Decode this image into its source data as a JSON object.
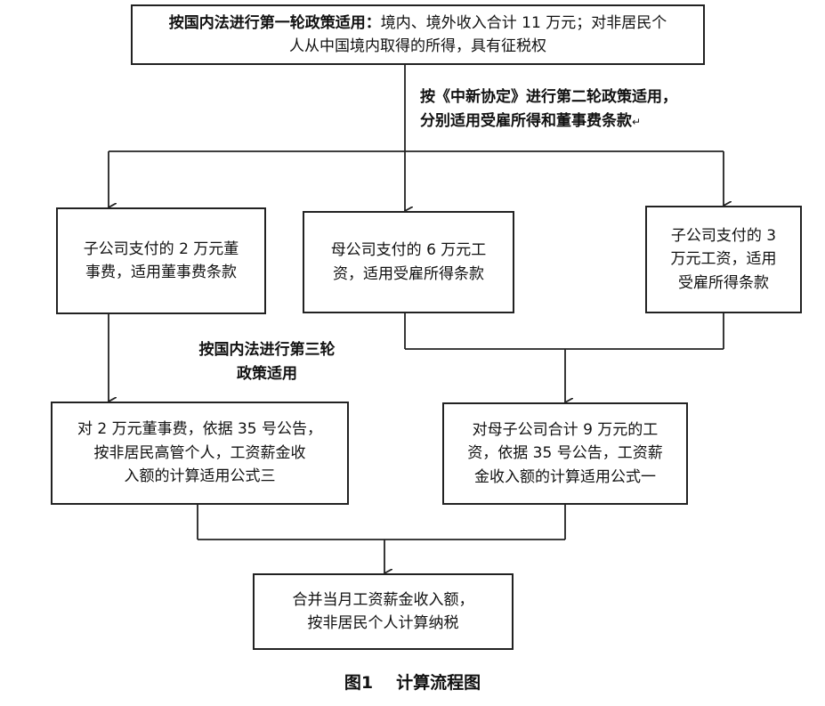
{
  "nodes": {
    "top": {
      "bold_part": "按国内法进行第一轮政策适用：",
      "text_line1": "境内、境外收入合计 11 万元；对非居民个",
      "text_line2": "人从中国境内取得的所得，具有征税权"
    },
    "left": {
      "line1": "子公司支付的 2 万元董",
      "line2": "事费，适用董事费条款"
    },
    "middle": {
      "line1": "母公司支付的 6 万元工",
      "line2": "资，适用受雇所得条款"
    },
    "right": {
      "line1": "子公司支付的 3",
      "line2": "万元工资，适用",
      "line3": "受雇所得条款"
    },
    "lower_left": {
      "line1": "对 2 万元董事费，依据 35 号公告，",
      "line2": "按非居民高管个人，工资薪金收",
      "line3": "入额的计算适用公式三"
    },
    "lower_right": {
      "line1": "对母子公司合计 9 万元的工",
      "line2": "资，依据 35 号公告，工资薪",
      "line3": "金收入额的计算适用公式一"
    },
    "final": {
      "line1": "合并当月工资薪金收入额，",
      "line2": "按非居民个人计算纳税"
    }
  },
  "labels": {
    "second_round_line1": "按《中新协定》进行第二轮政策适用，",
    "second_round_line2": "分别适用受雇所得和董事费条款",
    "second_round_mark": "↵",
    "third_round_line1": "按国内法进行第三轮",
    "third_round_line2": "政策适用"
  },
  "caption": {
    "figure_no": "图1",
    "title": "计算流程图"
  }
}
